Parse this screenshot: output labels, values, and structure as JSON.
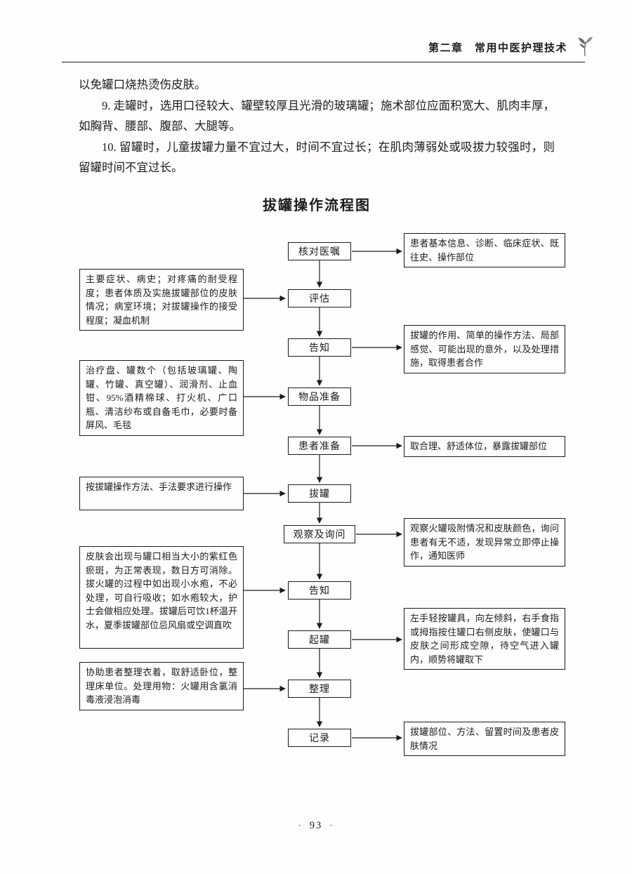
{
  "header": {
    "chapter_label": "第二章　常用中医护理技术"
  },
  "body": {
    "para_continuation": "以免罐口烧热烫伤皮肤。",
    "para_9": "9. 走罐时，选用口径较大、罐壁较厚且光滑的玻璃罐；施术部位应面积宽大、肌肉丰厚，如胸背、腰部、腹部、大腿等。",
    "para_10": "10. 留罐时，儿童拔罐力量不宜过大，时间不宜过长；在肌肉薄弱处或吸拔力较强时，则留罐时间不宜过长。"
  },
  "flowchart": {
    "title": "拔罐操作流程图",
    "steps": [
      "核对医嘱",
      "评估",
      "告知",
      "物品准备",
      "患者准备",
      "拔罐",
      "观察及询问",
      "告知",
      "起罐",
      "整理",
      "记录"
    ],
    "left_notes": [
      "主要症状、病史；对疼痛的耐受程度；患者体质及实施拔罐部位的皮肤情况；病室环境；对拔罐操作的接受程度；凝血机制",
      "治疗盘、罐数个（包括玻璃罐、陶罐、竹罐、真空罐）、润滑剂、止血钳、95%酒精棉球、打火机、广口瓶、清洁纱布或自备毛巾，必要时备屏风、毛毯",
      "按拔罐操作方法、手法要求进行操作",
      "皮肤会出现与罐口相当大小的紫红色瘀斑，为正常表现，数日方可消除。拔火罐的过程中如出现小水疱，不必处理，可自行吸收；如水疱较大，护士会做相应处理。拔罐后可饮1杯温开水，夏季拔罐部位忌风扇或空调直吹",
      "协助患者整理衣着，取舒适卧位，整理床单位。处理用物：火罐用含氯消毒液浸泡消毒"
    ],
    "right_notes": [
      "患者基本信息、诊断、临床症状、既往史、操作部位",
      "拔罐的作用、简单的操作方法、局部感觉、可能出现的意外，以及处理措施，取得患者合作",
      "取合理、舒适体位，暴露拔罐部位",
      "观察火罐吸附情况和皮肤颜色，询问患者有无不适，发现异常立即停止操作，通知医师",
      "左手轻按罐具，向左倾斜，右手食指或拇指按住罐口右侧皮肤，使罐口与皮肤之间形成空隙，待空气进入罐内，顺势将罐取下",
      "拔罐部位、方法、留置时间及患者皮肤情况"
    ]
  },
  "footer": {
    "dot": "·",
    "page_number": "93"
  }
}
